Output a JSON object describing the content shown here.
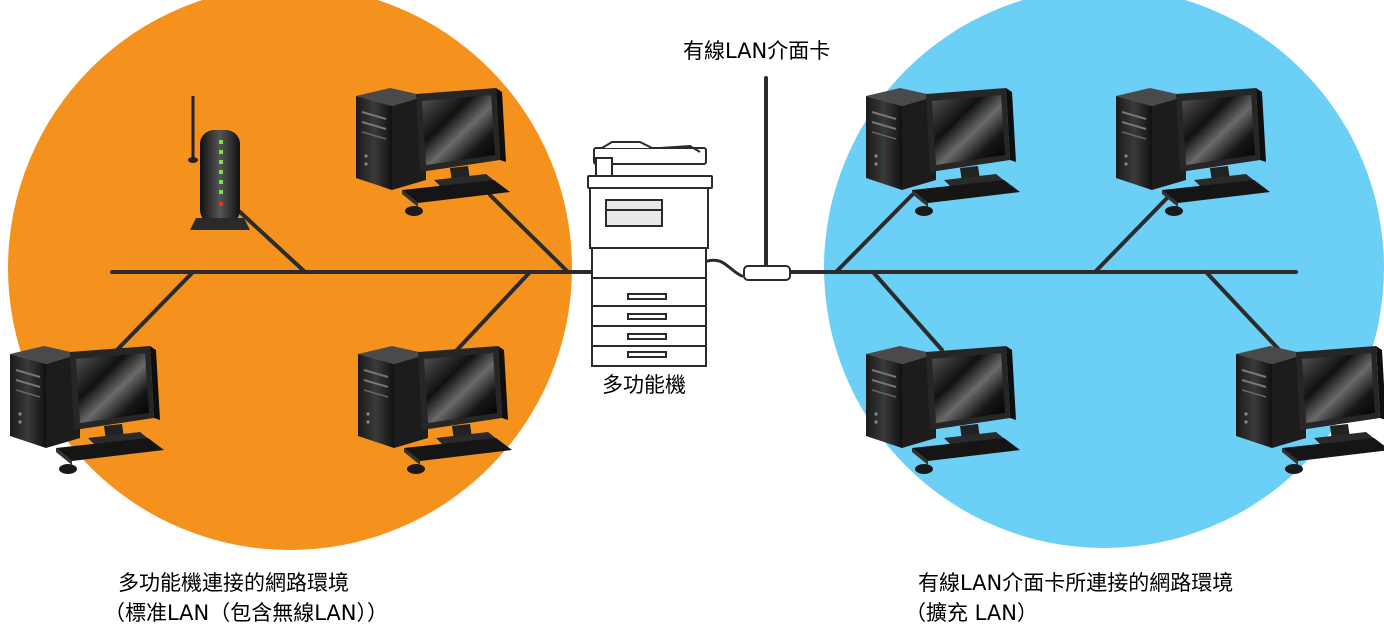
{
  "labels": {
    "nic_top": "有線LAN介面卡",
    "mfp": "多功能機",
    "left_caption_1": "多功能機連接的網路環境",
    "left_caption_2": "（標准LAN（包含無線LAN））",
    "right_caption_1": "有線LAN介面卡所連接的網路環境",
    "right_caption_2": "（擴充 LAN）"
  },
  "colors": {
    "left_zone": "#f5921e",
    "right_zone": "#6ccff6",
    "cable": "#2b2b2b"
  },
  "icons": {
    "computer": "desktop-computer-icon",
    "router": "wireless-router-icon",
    "mfp": "multifunction-printer-icon",
    "nic": "lan-adapter-icon"
  }
}
